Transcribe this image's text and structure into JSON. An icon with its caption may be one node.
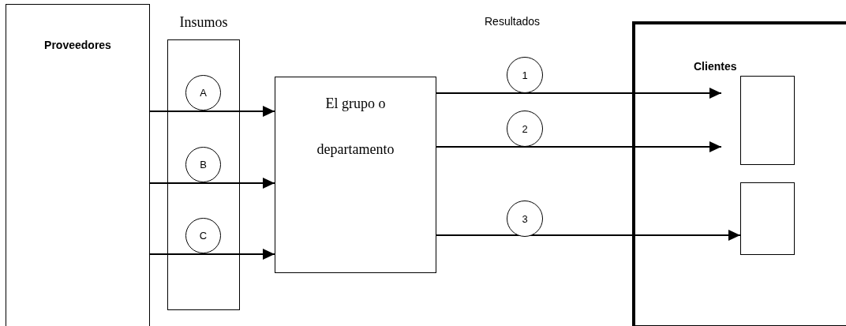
{
  "diagram": {
    "nodes": [
      {
        "text": [
          "Proveedores"
        ]
      },
      {
        "text": [
          "Insumos"
        ]
      },
      {
        "text": [
          "A"
        ],
        "in": 1
      },
      {
        "text": [
          "B"
        ],
        "in": 1
      },
      {
        "text": [
          "C"
        ],
        "in": 1
      },
      {
        "text": [
          "El grupo o departamento"
        ]
      },
      {
        "text": [
          "1"
        ]
      },
      {
        "text": [
          "2"
        ]
      },
      {
        "text": [
          "3"
        ]
      },
      {
        "text": [
          "Clientes"
        ]
      },
      {
        "text": [],
        "shape": "box",
        "in": 9
      },
      {
        "text": [],
        "shape": "box",
        "in": 9
      }
    ],
    "edges": [
      {
        "from": 0,
        "to": 5,
        "arrow": "to"
      },
      {
        "from": 0,
        "to": 5,
        "arrow": "to"
      },
      {
        "from": 0,
        "to": 5,
        "arrow": "to"
      },
      {
        "from": 5,
        "to": 10,
        "arrow": "to"
      },
      {
        "from": 5,
        "to": 10,
        "arrow": "to"
      },
      {
        "from": 5,
        "to": 11,
        "arrow": "to"
      }
    ],
    "labels": [
      "Resultados"
    ]
  }
}
